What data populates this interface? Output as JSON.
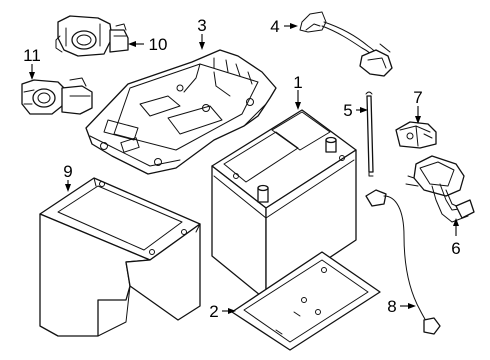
{
  "callouts": {
    "battery": "1",
    "tray": "2",
    "battery_box": "3",
    "cable_harness": "4",
    "hold_down_rod": "5",
    "fuse_link_holder": "6",
    "clamp": "7",
    "sensor_lead": "8",
    "battery_cover": "9",
    "positive_terminal": "10",
    "negative_terminal": "11"
  }
}
